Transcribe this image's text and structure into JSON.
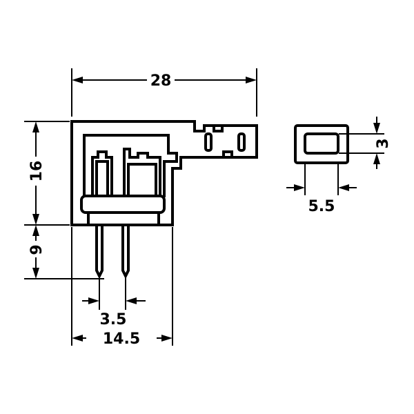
{
  "dimensions": {
    "overall_width": "28",
    "body_height": "16",
    "pin_length": "9",
    "pin_pitch": "3.5",
    "body_width": "14.5",
    "profile_width": "5.5",
    "profile_height": "3"
  }
}
